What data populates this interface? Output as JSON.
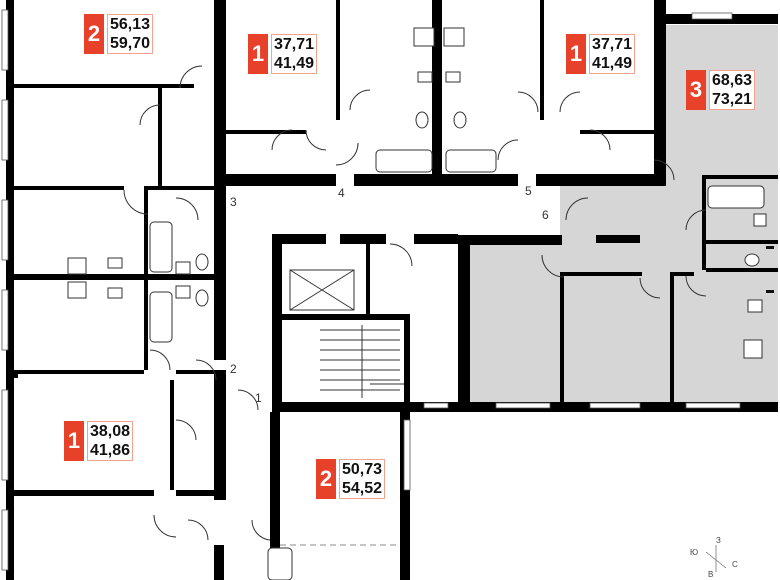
{
  "apartments": [
    {
      "id": "a",
      "rooms": "2",
      "area_living": "56,13",
      "area_total": "59,70"
    },
    {
      "id": "b",
      "rooms": "1",
      "area_living": "37,71",
      "area_total": "41,49"
    },
    {
      "id": "c",
      "rooms": "1",
      "area_living": "37,71",
      "area_total": "41,49"
    },
    {
      "id": "d",
      "rooms": "3",
      "area_living": "68,63",
      "area_total": "73,21"
    },
    {
      "id": "e",
      "rooms": "1",
      "area_living": "38,08",
      "area_total": "41,86"
    },
    {
      "id": "f",
      "rooms": "2",
      "area_living": "50,73",
      "area_total": "54,52"
    }
  ],
  "doors": [
    "1",
    "2",
    "3",
    "4",
    "5",
    "6"
  ],
  "compass": {
    "n": "З",
    "w": "Ю",
    "e": "С",
    "s": "В"
  },
  "colors": {
    "wall": "#000000",
    "highlight": "#d6d6d6",
    "badge": "#e8412a"
  }
}
